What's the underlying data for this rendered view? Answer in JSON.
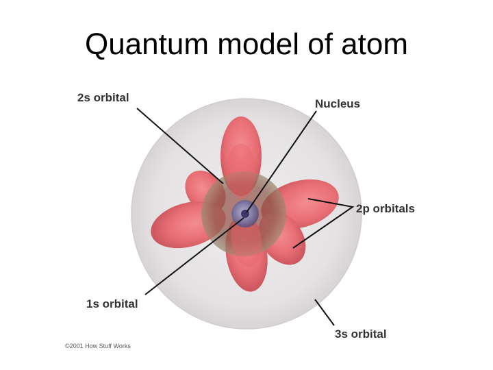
{
  "title": "Quantum model of atom",
  "labels": {
    "orbital_2s": "2s orbital",
    "nucleus": "Nucleus",
    "orbitals_2p": "2p orbitals",
    "orbital_1s": "1s orbital",
    "orbital_3s": "3s orbital"
  },
  "credit": "©2001 How Stuff Works",
  "colors": {
    "outer_sphere": "#e7e4e6",
    "lobe": "#e9656c",
    "inner_sphere": "#8b3b3a",
    "nucleus": "#7a7aa8",
    "leader_line": "#111111"
  }
}
